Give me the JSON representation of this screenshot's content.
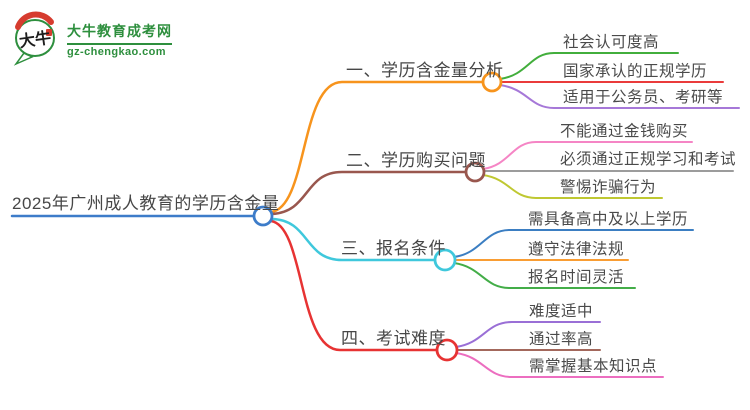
{
  "logo": {
    "title": "大牛教育成考网",
    "url": "gz-chengkao.com",
    "bubble_text": "大牛",
    "green": "#2e8f3e",
    "red": "#d63c2f"
  },
  "root": {
    "label": "2025年广州成人教育的学历含金量",
    "color": "#3d7cc9"
  },
  "branches": [
    {
      "label": "一、学历含金量分析",
      "color": "#f7941d",
      "children": [
        {
          "label": "社会认可度高",
          "color": "#42ae3c"
        },
        {
          "label": "国家承认的正规学历",
          "color": "#ea3b3b"
        },
        {
          "label": "适用于公务员、考研等",
          "color": "#a678d8"
        }
      ]
    },
    {
      "label": "二、学历购买问题",
      "color": "#99574e",
      "children": [
        {
          "label": "不能通过金钱购买",
          "color": "#f585c5"
        },
        {
          "label": "必须通过正规学习和考试",
          "color": "#9c9c9c"
        },
        {
          "label": "警惕诈骗行为",
          "color": "#bfc832"
        }
      ]
    },
    {
      "label": "三、报名条件",
      "color": "#3fc8dc",
      "children": [
        {
          "label": "需具备高中及以上学历",
          "color": "#3b7ec2"
        },
        {
          "label": "遵守法律法规",
          "color": "#f99d33"
        },
        {
          "label": "报名时间灵活",
          "color": "#43ad48"
        }
      ]
    },
    {
      "label": "四、考试难度",
      "color": "#e73333",
      "children": [
        {
          "label": "难度适中",
          "color": "#9a6fd6"
        },
        {
          "label": "通过率高",
          "color": "#a3685c"
        },
        {
          "label": "需掌握基本知识点",
          "color": "#ec6ec0"
        }
      ]
    }
  ]
}
